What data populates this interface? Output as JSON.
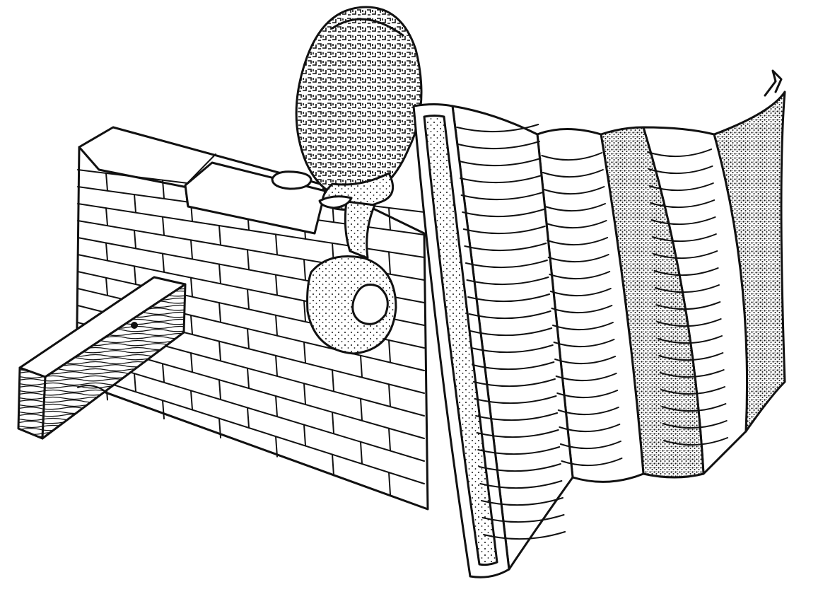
{
  "illustration": {
    "components": [
      {
        "id": "brick-wall",
        "icon": "brick-wall-icon"
      },
      {
        "id": "wooden-beam",
        "icon": "wood-beam-icon"
      },
      {
        "id": "woven-basket-bundle",
        "icon": "woven-basket-icon"
      },
      {
        "id": "round-stone",
        "icon": "round-stone-icon"
      },
      {
        "id": "curved-tile-arch",
        "icon": "arch-icon"
      }
    ],
    "colors": {
      "ink": "#111111",
      "paper": "#ffffff"
    }
  }
}
